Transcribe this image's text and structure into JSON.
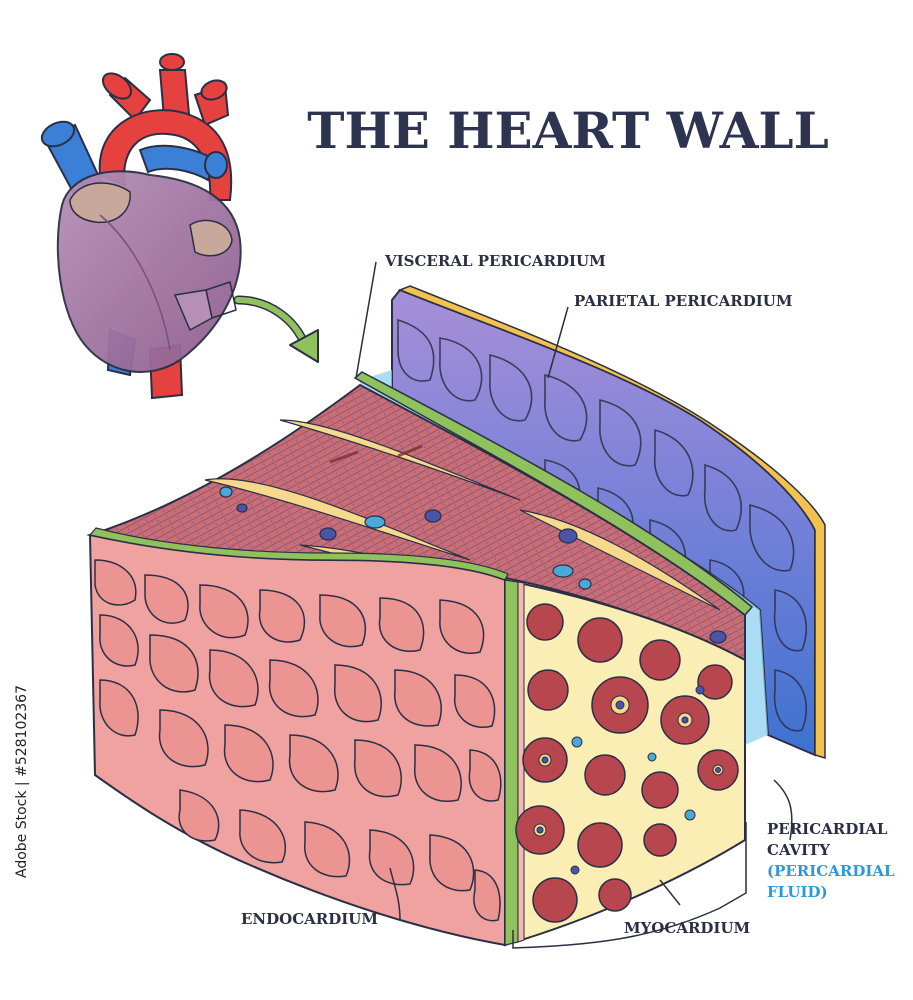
{
  "title": "THE HEART WALL",
  "labels": {
    "visceral_pericardium": "VISCERAL PERICARDIUM",
    "parietal_pericardium": "PARIETAL PERICARDIUM",
    "pericardial_cavity_line1": "PERICARDIAL",
    "pericardial_cavity_line2": "CAVITY",
    "pericardial_fluid_line1": "(PERICARDIAL",
    "pericardial_fluid_line2": "FLUID)",
    "myocardium": "MYOCARDIUM",
    "endocardium": "ENDOCARDIUM"
  },
  "stock_id": "Adobe Stock | #528102367",
  "colors": {
    "title": "#2e3350",
    "label": "#2b2f45",
    "fluid_label": "#2a9ad8",
    "heart_red": "#e5413f",
    "heart_blue": "#3b7fd6",
    "muscle": "#c9707a",
    "endocardium": "#f0a2a0",
    "parietal_cells": "#8c7ad0",
    "epicardium_band": "#8fc15c",
    "fat": "#f7d98e"
  }
}
